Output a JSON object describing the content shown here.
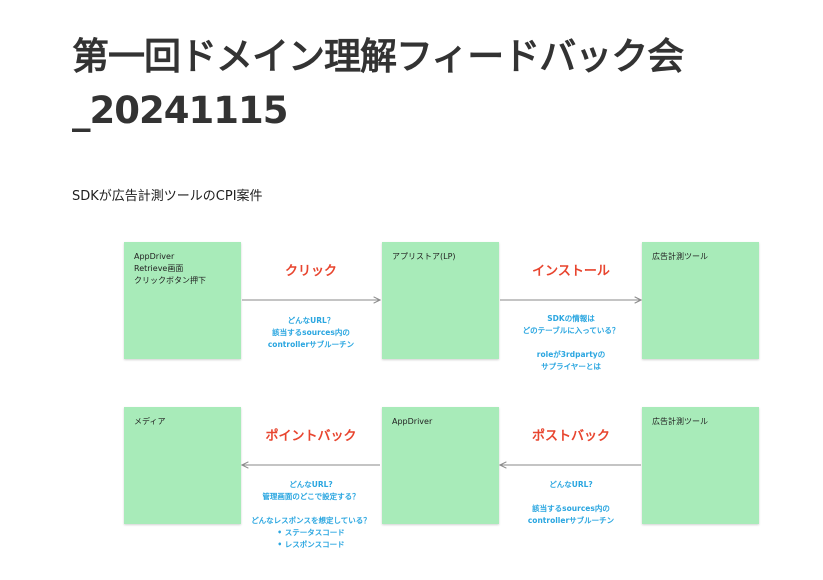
{
  "title": {
    "line1": "第一回ドメイン理解フィードバック会",
    "line2": "_20241115"
  },
  "subtitle": "SDKが広告計測ツールのCPI案件",
  "colors": {
    "note_bg": "#a8ebb9",
    "flow_label": "#e8452f",
    "annotation": "#2aa6e0",
    "arrow": "#8a8a8a"
  },
  "row1": {
    "note_left": [
      "AppDriver",
      "Retrieve画面",
      "クリックボタン押下"
    ],
    "note_mid": [
      "アプリストア(LP)"
    ],
    "note_right": [
      "広告計測ツール"
    ],
    "label_left": "クリック",
    "label_right": "インストール",
    "anno_left": [
      "どんなURL？",
      "該当するsources内の",
      "controllerサブルーチン"
    ],
    "anno_right_a": [
      "SDKの情報は",
      "どのテーブルに入っている？"
    ],
    "anno_right_b": [
      "roleが3rdpartyの",
      "サプライヤーとは"
    ]
  },
  "row2": {
    "note_left": [
      "メディア"
    ],
    "note_mid": [
      "AppDriver"
    ],
    "note_right": [
      "広告計測ツール"
    ],
    "label_left": "ポイントバック",
    "label_right": "ポストバック",
    "anno_left_a": [
      "どんなURL?",
      "管理画面のどこで設定する？"
    ],
    "anno_left_b": "どんなレスポンスを想定している？",
    "anno_left_bullets": [
      "ステータスコード",
      "レスポンスコード"
    ],
    "anno_right_a": [
      "どんなURL?"
    ],
    "anno_right_b": [
      "該当するsources内の",
      "controllerサブルーチン"
    ]
  }
}
